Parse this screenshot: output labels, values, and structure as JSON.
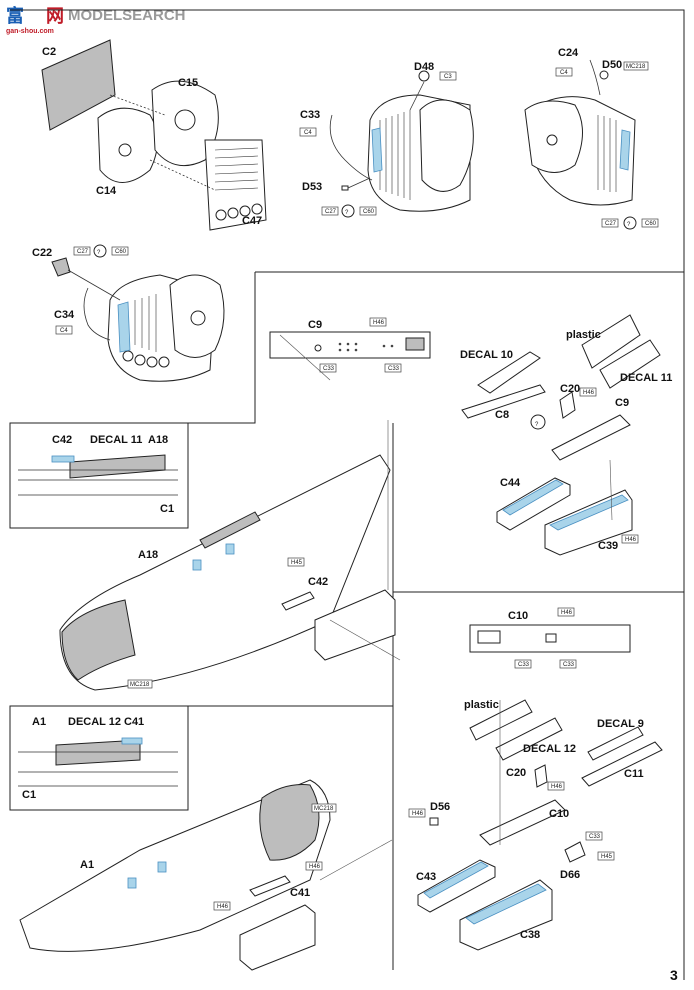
{
  "watermark": {
    "brand_cn": "富",
    "brand_cn2": "网",
    "brand_en": "MODELSEARCH",
    "url": "gan-shou.com"
  },
  "page_number": "3",
  "colors": {
    "accent_blue": "#a9d4ea",
    "shade": "#bdbdbd"
  },
  "labels": {
    "c2": "C2",
    "c15": "C15",
    "c14": "C14",
    "c47": "C47",
    "d48": "D48",
    "c33": "C33",
    "d53": "D53",
    "c24": "C24",
    "d50": "D50",
    "c22": "C22",
    "c34": "C34",
    "c9": "C9",
    "decal10": "DECAL 10",
    "plastic": "plastic",
    "c20": "C20",
    "decal11": "DECAL 11",
    "c8": "C8",
    "c44": "C44",
    "c39": "C39",
    "c42": "C42",
    "a18": "A18",
    "c1": "C1",
    "c10": "C10",
    "decal9": "DECAL 9",
    "decal12": "DECAL 12",
    "c11": "C11",
    "d56": "D56",
    "d66": "D66",
    "c43": "C43",
    "c38": "C38",
    "a1": "A1",
    "c41": "C41"
  },
  "tags": {
    "c3": "C3",
    "c4": "C4",
    "c27": "C27",
    "c60": "C60",
    "mc218": "MC218",
    "h46": "H46",
    "c33": "C33",
    "h45": "H45"
  }
}
